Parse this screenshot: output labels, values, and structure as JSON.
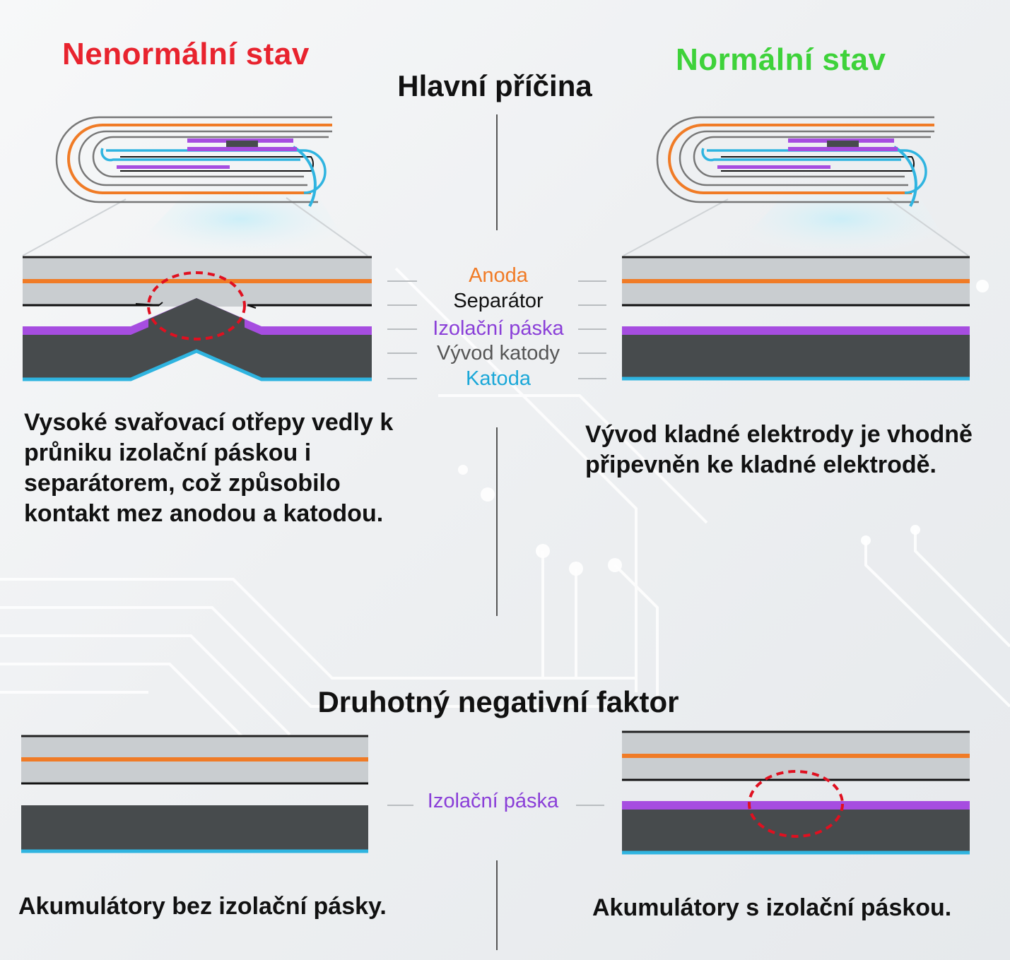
{
  "headings": {
    "abnormal": "Nenormální stav",
    "normal": "Normální stav",
    "main_cause": "Hlavní příčina",
    "secondary": "Druhotný negativní faktor"
  },
  "layer_labels": {
    "anode": "Anoda",
    "separator": "Separátor",
    "insulation_tape": "Izolační páska",
    "cathode_lead": "Vývod katody",
    "cathode": "Katoda",
    "insulation_tape_bottom": "Izolační páska"
  },
  "descriptions": {
    "abnormal": [
      "Vysoké svařovací otřepy vedly k",
      "průniku izolační páskou i",
      "separátorem, což způsobilo",
      "kontakt mez anodou a katodou."
    ],
    "normal": [
      "Vývod kladné elektrody je vhodně",
      "připevněn ke kladné elektrodě."
    ]
  },
  "captions": {
    "without_tape": "Akumulátory bez izolační pásky.",
    "with_tape": "Akumulátory s izolační páskou."
  },
  "colors": {
    "anode": "#f07b26",
    "separator": "#111111",
    "tape": "#a64de0",
    "cathode_lead": "#474b4d",
    "cathode": "#2fb4e0",
    "electrolyte_gray": "#c9cdd0",
    "highlight": "#e01020",
    "abnormal_heading": "#e8232e",
    "normal_heading": "#3ed23a"
  }
}
